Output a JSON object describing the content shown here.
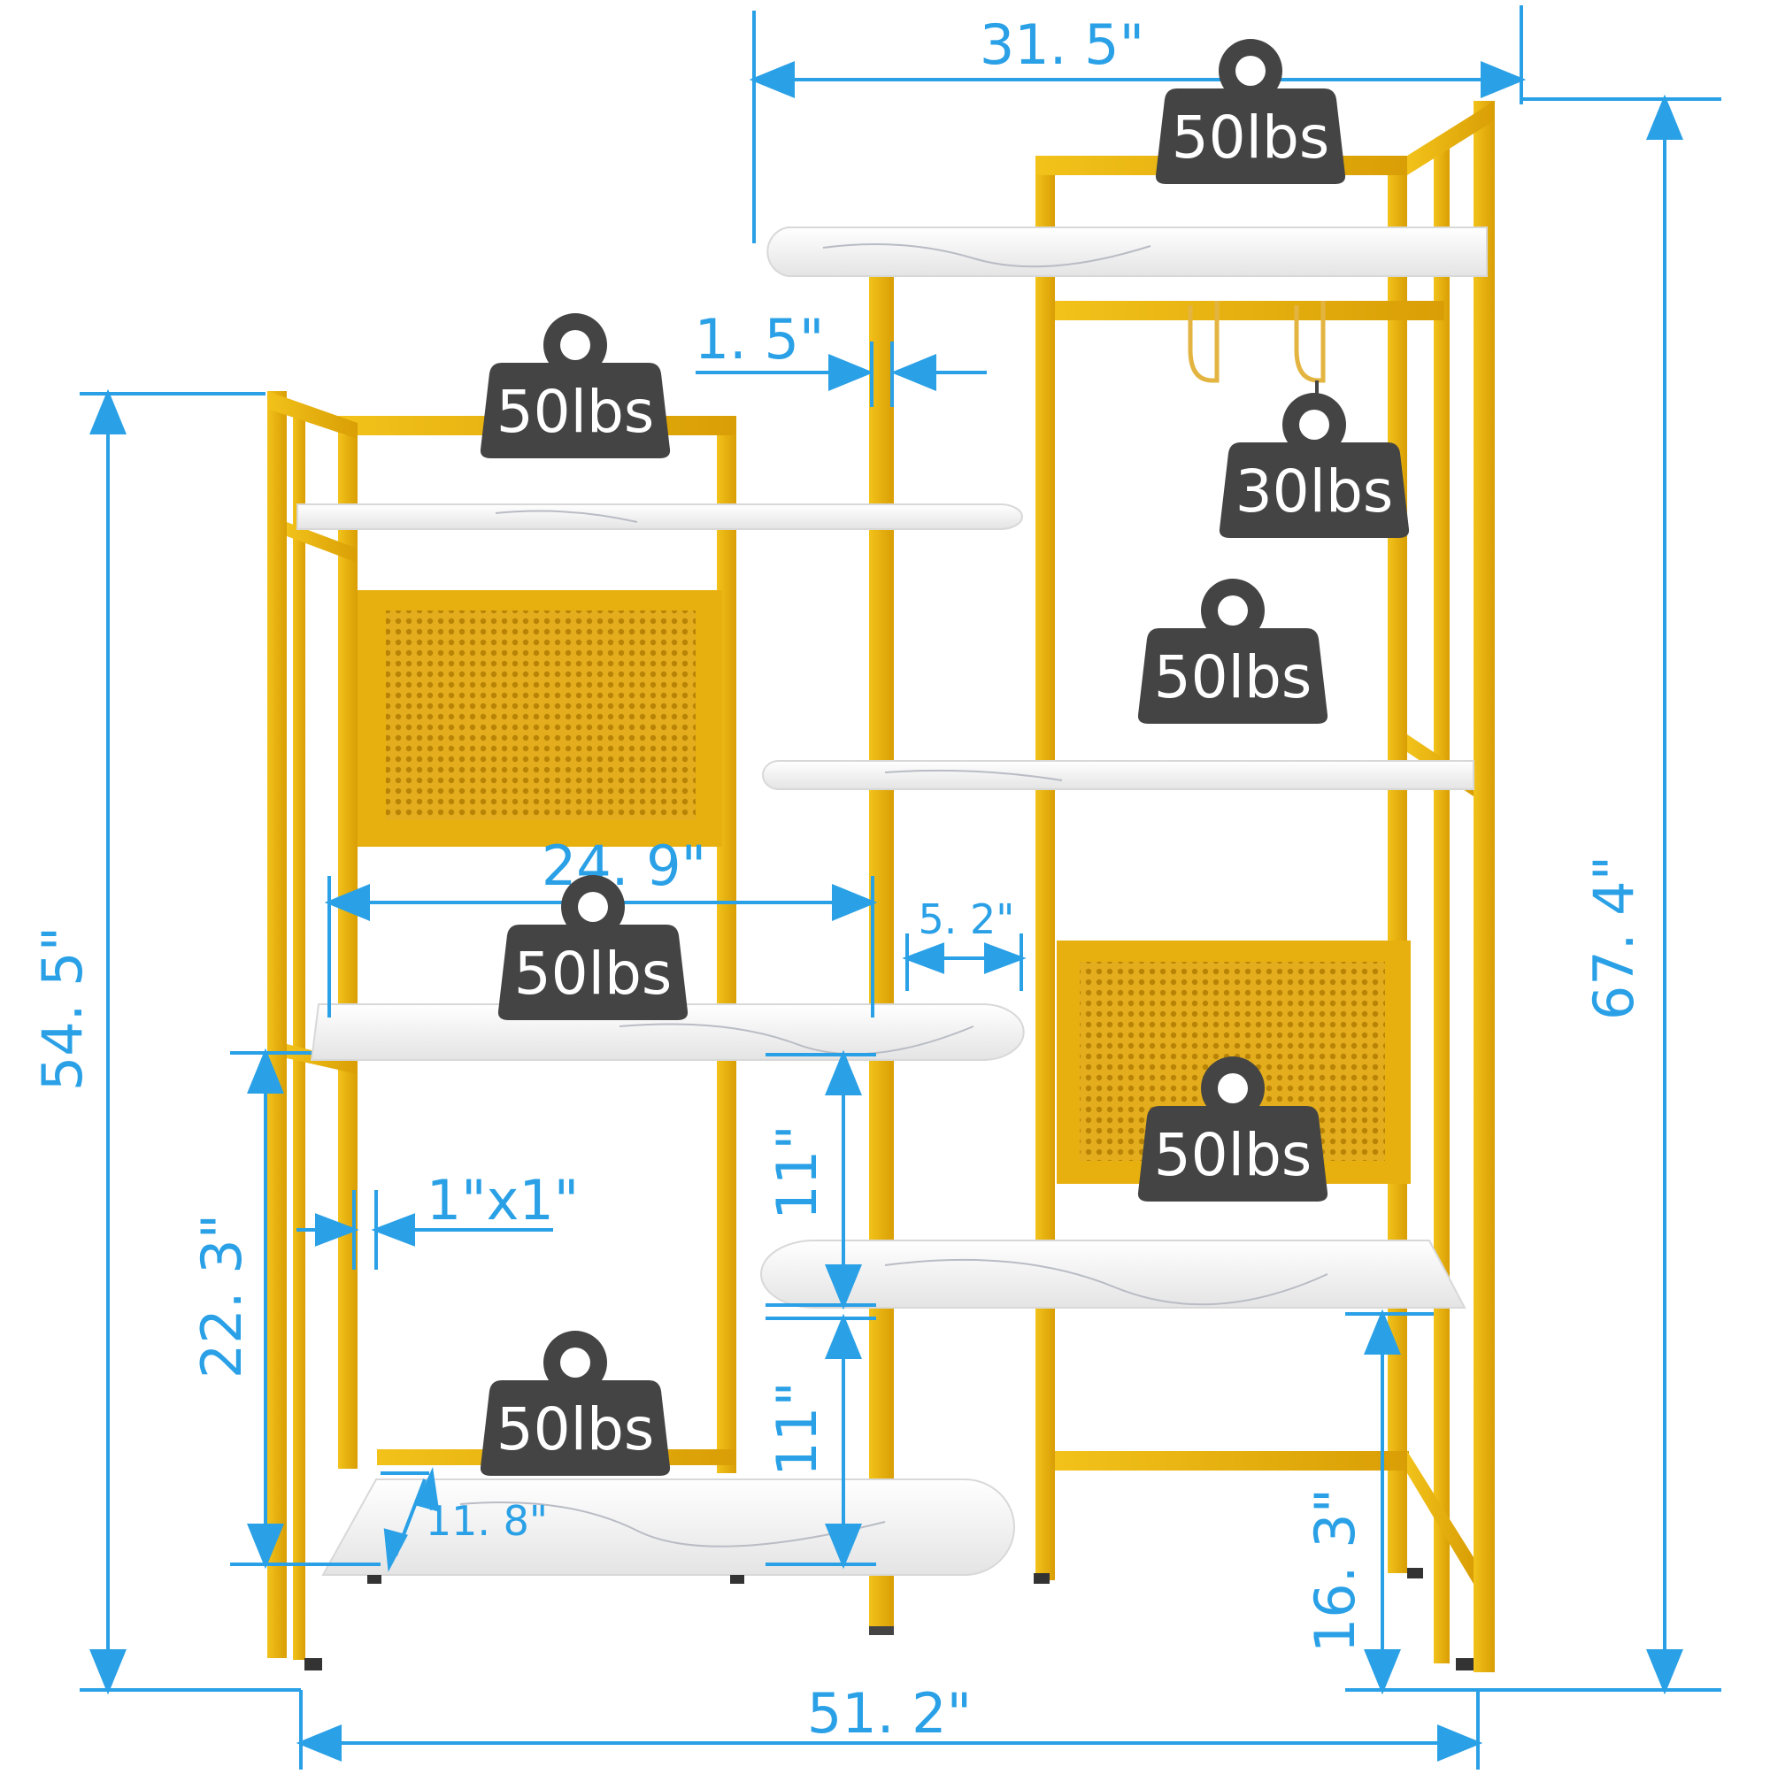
{
  "colors": {
    "dimension": "#2aa0e6",
    "frame": "#e8b00e",
    "frame_shadow": "#c98f00",
    "shelf": "#f6f6f6",
    "weight": "#444444",
    "mesh": "#d9a21a"
  },
  "dimensions": {
    "top_width": "31. 5\"",
    "pole_diameter": "1. 5\"",
    "left_height": "54. 5\"",
    "right_height": "67. 4\"",
    "shelf_width": "24. 9\"",
    "shelf_gap": "5. 2\"",
    "lower_height": "22. 3\"",
    "tube_size": "1\"x1\"",
    "spacing_upper": "11\"",
    "spacing_lower": "11\"",
    "shelf_depth": "11. 8\"",
    "bottom_height": "16. 3\"",
    "total_width": "51. 2\""
  },
  "weights": {
    "top_right": "50lbs",
    "top_left": "50lbs",
    "hook": "30lbs",
    "mid_right": "50lbs",
    "mid_left": "50lbs",
    "low_right": "50lbs",
    "bottom_left": "50lbs"
  }
}
